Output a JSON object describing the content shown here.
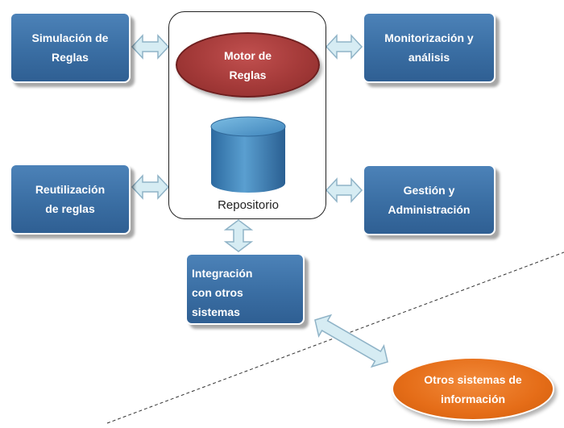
{
  "diagram": {
    "left_boxes": [
      {
        "lines": [
          "Simulación de",
          "Reglas"
        ]
      },
      {
        "lines": [
          "Reutilización",
          "de reglas"
        ]
      }
    ],
    "right_boxes": [
      {
        "lines": [
          "Monitorización y",
          "análisis"
        ]
      },
      {
        "lines": [
          "Gestión y",
          "Administración"
        ]
      }
    ],
    "engine": {
      "lines": [
        "Motor de",
        "Reglas"
      ]
    },
    "repository": {
      "label": "Repositorio"
    },
    "integration": {
      "lines": [
        "Integración",
        "con otros",
        "sistemas"
      ]
    },
    "external": {
      "lines": [
        "Otros sistemas de",
        "información"
      ]
    }
  },
  "colors": {
    "box_blue": "#3a6ea3",
    "engine_red": "#a43a39",
    "external_orange": "#e56d18",
    "repository_blue": "#3a7fb5",
    "arrow_fill": "#d6ecf3",
    "arrow_stroke": "#8fb3c7"
  }
}
